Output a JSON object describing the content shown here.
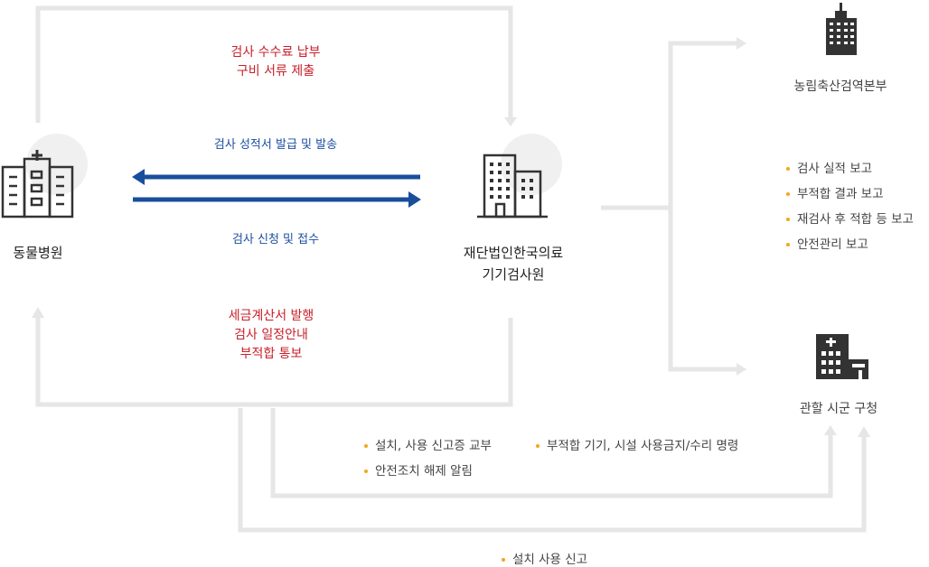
{
  "colors": {
    "line": "#e6e6e6",
    "blue": "#1a4e9c",
    "red": "#c8202a",
    "bullet": "#f0a81c",
    "icon": "#333333"
  },
  "nodes": {
    "hospital": "동물병원",
    "institute_line1": "재단법인한국의료",
    "institute_line2": "기기검사원",
    "agency": "농림축산검역본부",
    "local_gov": "관할 시군 구청"
  },
  "top_flow": {
    "line1": "검사 수수료 납부",
    "line2": "구비 서류 제출"
  },
  "arrow_left_label": "검사 성적서 발급 및 발송",
  "arrow_right_label": "검사 신청 및 접수",
  "bottom_flow": {
    "line1": "세금계산서 발행",
    "line2": "검사 일정안내",
    "line3": "부적합 통보"
  },
  "report_items": [
    "검사 실적 보고",
    "부적합 결과 보고",
    "재검사 후 적합 등 보고",
    "안전관리 보고"
  ],
  "notice_items": [
    "설치, 사용 신고증  교부",
    "부적합 기기, 시설 사용금지/수리 명령",
    "안전조치 해제 알림"
  ],
  "install_report": "설치 사용 신고",
  "icons": [
    "hospital-building-icon",
    "office-building-icon",
    "skyscraper-icon",
    "government-office-icon"
  ]
}
